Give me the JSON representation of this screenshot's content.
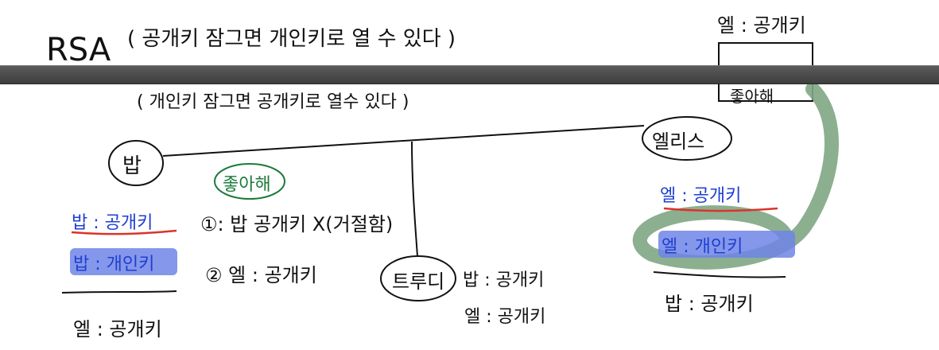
{
  "title": {
    "prefix": "RSA",
    "line1": "( 공개키 잠그면 개인키로 열 수 있다 )",
    "line2": "( 개인키 잠그면 공개키로 열수 있다 )"
  },
  "top_right": {
    "label": "엘 : 공개키",
    "boxed": "좋아해"
  },
  "nodes": {
    "bob": "밥",
    "alice": "엘리스",
    "trudy": "트루디"
  },
  "center_note": {
    "bubble": "좋아해",
    "item1": "①: 밥 공개키  X(거절함)",
    "item2": "② 엘 : 공개키"
  },
  "bob_side": {
    "pub": "밥 : 공개키",
    "priv": "밥 : 개인키",
    "other": "엘 : 공개키"
  },
  "trudy_side": {
    "bob_pub": "밥 : 공개키",
    "el_pub": "엘 : 공개키"
  },
  "alice_side": {
    "pub": "엘 : 공개키",
    "priv": "엘 : 개인키",
    "bob_pub": "밥 : 공개키"
  },
  "colors": {
    "ink": "#111111",
    "blue_ink": "#1f3fd0",
    "red_underline": "#d9342b",
    "highlight": "#6f85e6",
    "green_loop": "#7fa684",
    "toolbar": "#4a4a4a"
  }
}
